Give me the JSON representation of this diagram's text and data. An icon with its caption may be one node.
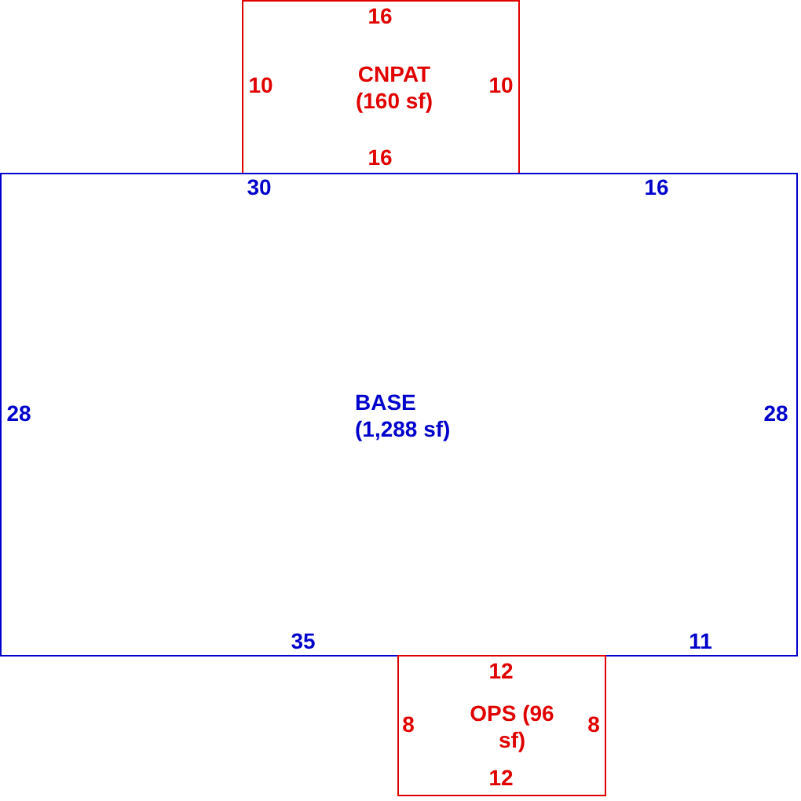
{
  "diagram": {
    "nodes": [
      {
        "text": [
          "CNPAT (160 sf)"
        ]
      },
      {
        "text": [
          "BASE (1,288 sf)"
        ]
      },
      {
        "text": [
          "OPS (96 sf)"
        ]
      }
    ],
    "labels": [
      "16",
      "10",
      "10",
      "16",
      "30",
      "16",
      "28",
      "28",
      "35",
      "11",
      "12",
      "8",
      "8",
      "12"
    ]
  }
}
